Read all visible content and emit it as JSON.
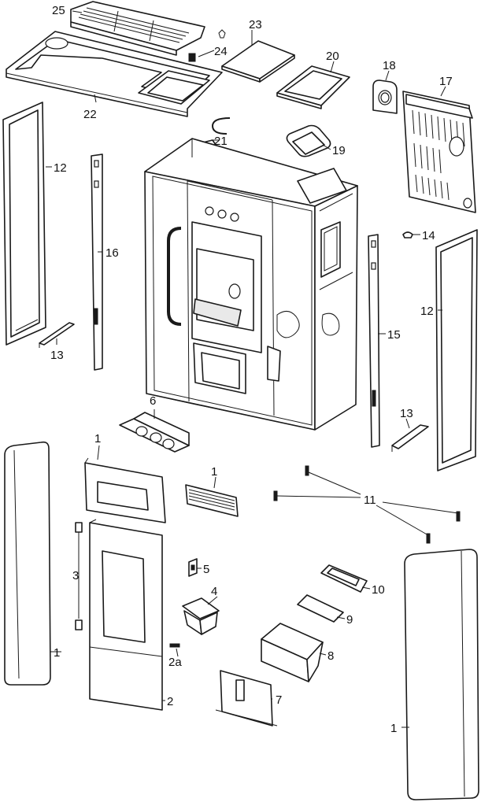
{
  "diagram": {
    "labels": {
      "p1a": "1",
      "p1b": "1",
      "p1c": "1",
      "p1d": "1",
      "p2": "2",
      "p2a": "2a",
      "p3": "3",
      "p4": "4",
      "p5": "5",
      "p6": "6",
      "p7": "7",
      "p8": "8",
      "p9": "9",
      "p10": "10",
      "p11": "11",
      "p12a": "12",
      "p12b": "12",
      "p13a": "13",
      "p13b": "13",
      "p14": "14",
      "p15": "15",
      "p16": "16",
      "p17": "17",
      "p18": "18",
      "p19": "19",
      "p20": "20",
      "p21": "21",
      "p22": "22",
      "p23": "23",
      "p24": "24",
      "p25": "25"
    }
  }
}
